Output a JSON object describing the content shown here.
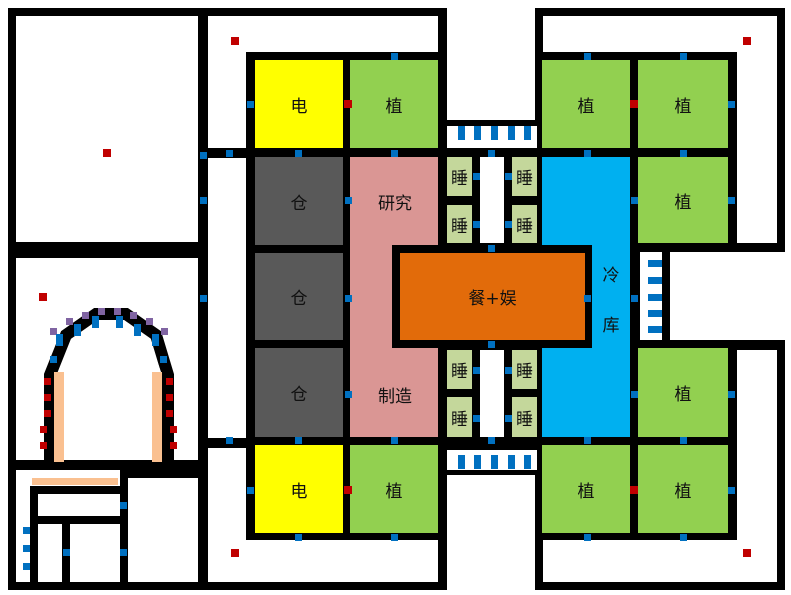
{
  "rooms": {
    "power_top": "电",
    "power_bottom": "电",
    "plant": "植",
    "storage": "仓",
    "research": "研究",
    "crafting": "制造",
    "dining_rec": "餐+娱",
    "bedroom": "睡",
    "freezer_1": "冷",
    "freezer_2": "库"
  },
  "colors": {
    "wall": "#000000",
    "door": "#0070c0",
    "marker": "#c00000",
    "power": "#ffff00",
    "plant": "#92d050",
    "storage": "#595959",
    "workshop": "#da9694",
    "dining": "#e26b0a",
    "bedroom": "#c4d79b",
    "freezer": "#00b0f0"
  }
}
